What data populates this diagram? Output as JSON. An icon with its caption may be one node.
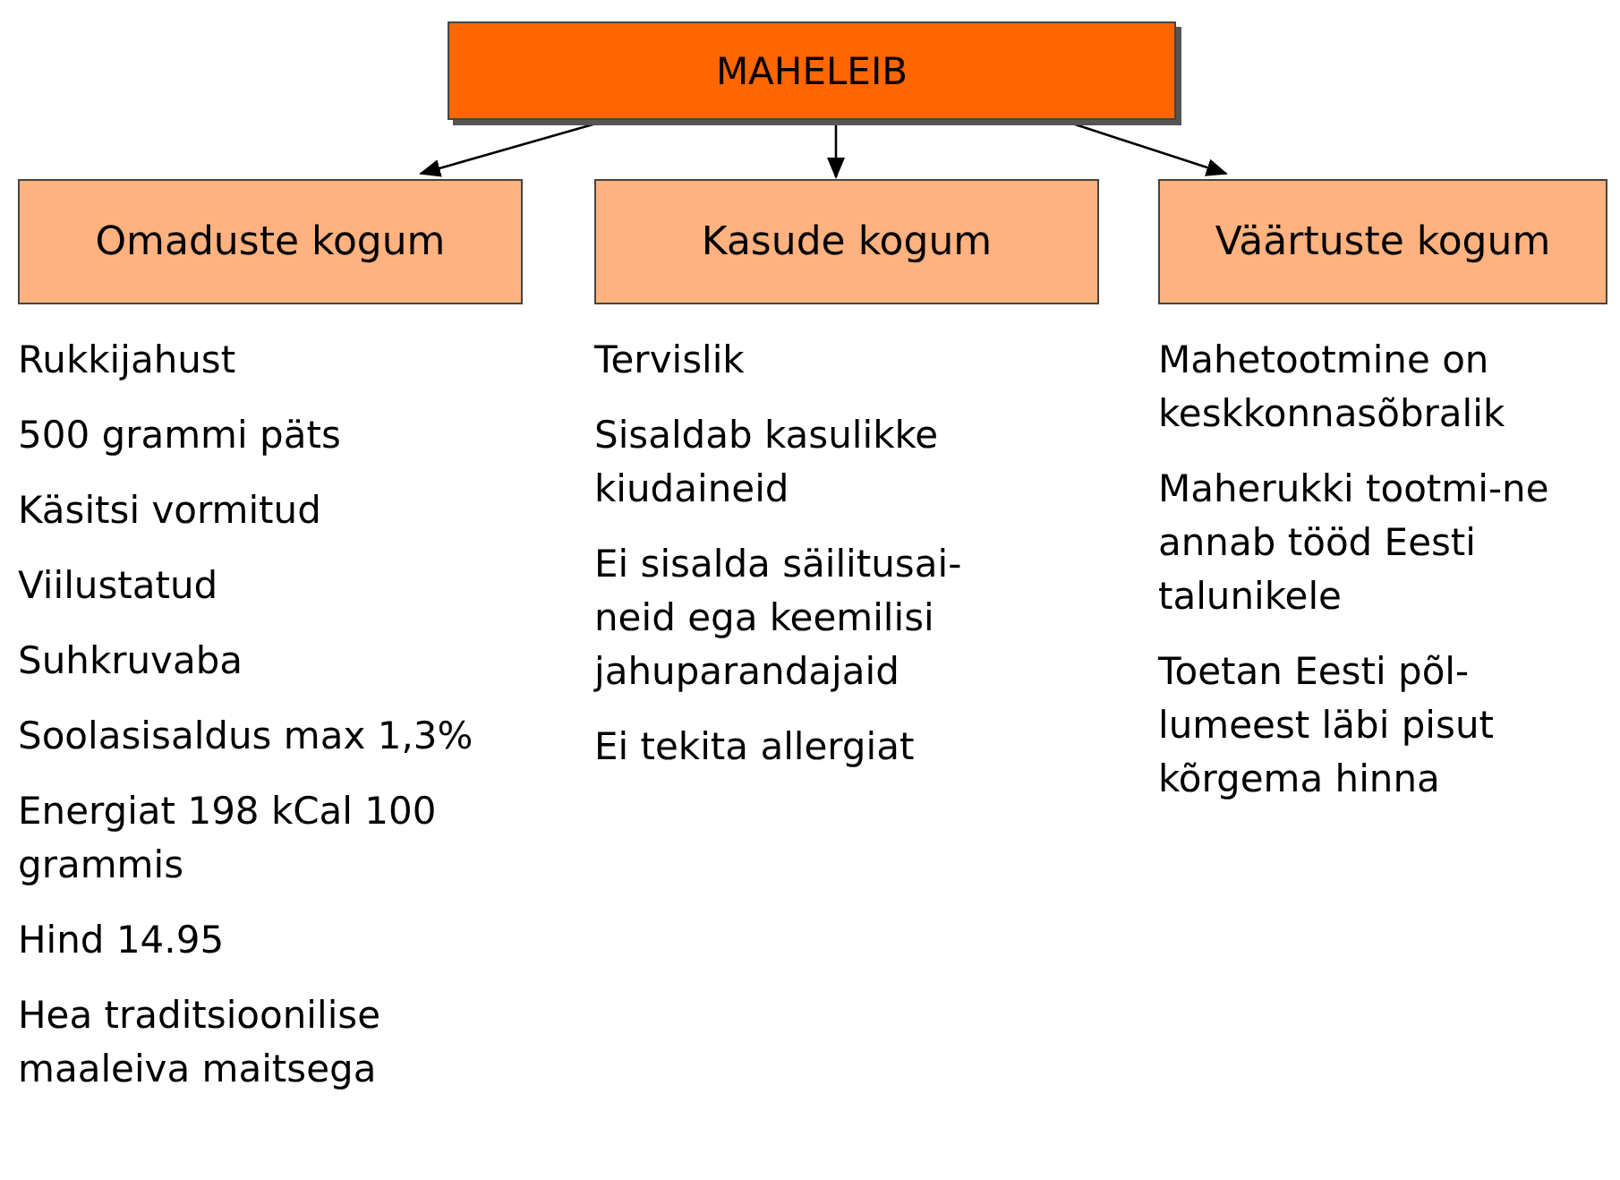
{
  "diagram": {
    "nodes": [
      {
        "text": [
          "MAHELEIB"
        ]
      },
      {
        "text": [
          "Omaduste kogum"
        ],
        "beside": [
          "Rukkijahust",
          "500 grammi päts",
          "Käsitsi vormitud",
          "Viilustatud",
          "Suhkruvaba",
          "Soolasisaldus max 1,3%",
          "Energiat 198 kCal 100 grammis",
          "Hind 14.95",
          "Hea traditsioonilise maaleiva maitsega"
        ]
      },
      {
        "text": [
          "Kasude kogum"
        ],
        "beside": [
          "Tervislik",
          "Sisaldab kasulikke kiudaineid",
          "Ei sisalda säilitusai-neid ega keemilisi jahuparandajaid",
          "Ei tekita allergiat"
        ]
      },
      {
        "text": [
          "Väärtuste kogum"
        ],
        "beside": [
          "Mahetootmine on keskkonnasõbralik",
          "Maherukki tootmi-ne annab tööd Eesti talunikele",
          "Toetan Eesti põl-lumeest läbi pisut kõrgema hinna"
        ]
      }
    ],
    "edges": [
      {
        "from": 0,
        "to": 1,
        "arrow": "to"
      },
      {
        "from": 0,
        "to": 2,
        "arrow": "to"
      },
      {
        "from": 0,
        "to": 3,
        "arrow": "to"
      }
    ]
  }
}
